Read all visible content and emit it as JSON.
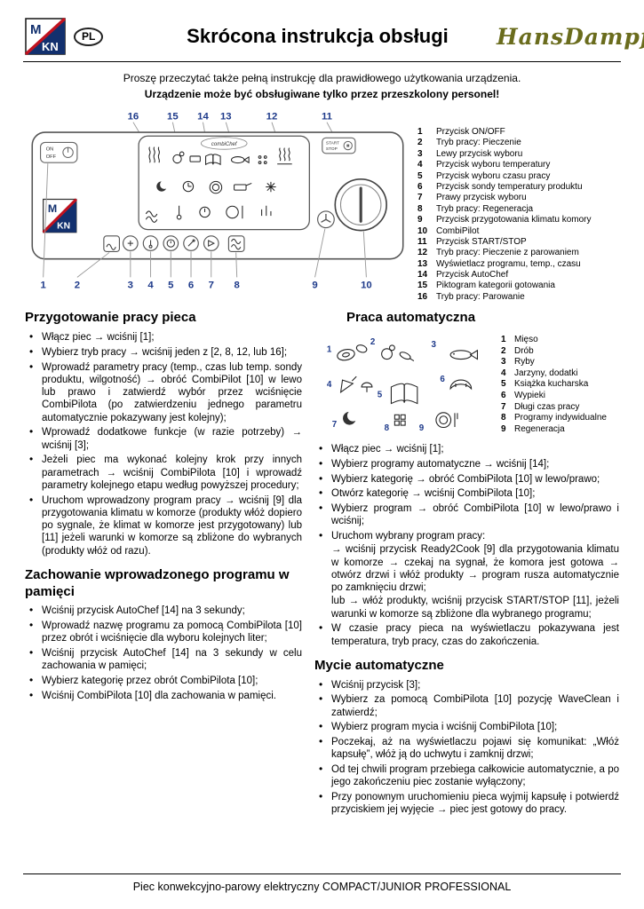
{
  "header": {
    "lang_badge": "PL",
    "title": "Skrócona instrukcja obsługi",
    "brand": "HansDampf"
  },
  "logos": {
    "mkn_m": "M",
    "mkn_kn": "KN"
  },
  "intro": {
    "line1": "Proszę przeczytać także pełną instrukcję dla prawidłowego użytkowania urządzenia.",
    "line2": "Urządzenie może być obsługiwane tylko przez przeszkolony personel!"
  },
  "panel": {
    "top_callouts": [
      "16",
      "15",
      "14",
      "13",
      "12",
      "11"
    ],
    "bottom_callouts": [
      "1",
      "2",
      "3",
      "4",
      "5",
      "6",
      "7",
      "8",
      "9",
      "10"
    ],
    "on_label": "ON",
    "off_label": "OFF",
    "start_label": "START",
    "stop_label": "STOP",
    "display_label": "combiChef",
    "legend": [
      {
        "num": "1",
        "label": "Przycisk ON/OFF"
      },
      {
        "num": "2",
        "label": "Tryb pracy: Pieczenie"
      },
      {
        "num": "3",
        "label": "Lewy przycisk wyboru"
      },
      {
        "num": "4",
        "label": "Przycisk wyboru temperatury"
      },
      {
        "num": "5",
        "label": "Przycisk wyboru czasu pracy"
      },
      {
        "num": "6",
        "label": "Przycisk sondy temperatury produktu"
      },
      {
        "num": "7",
        "label": "Prawy przycisk wyboru"
      },
      {
        "num": "8",
        "label": "Tryb pracy: Regeneracja"
      },
      {
        "num": "9",
        "label": "Przycisk przygotowania klimatu komory"
      },
      {
        "num": "10",
        "label": "CombiPilot"
      },
      {
        "num": "11",
        "label": "Przycisk START/STOP"
      },
      {
        "num": "12",
        "label": "Tryb pracy: Pieczenie z parowaniem"
      },
      {
        "num": "13",
        "label": "Wyświetlacz programu, temp., czasu"
      },
      {
        "num": "14",
        "label": "Przycisk AutoChef"
      },
      {
        "num": "15",
        "label": "Piktogram kategorii gotowania"
      },
      {
        "num": "16",
        "label": "Tryb pracy: Parowanie"
      }
    ]
  },
  "sections": {
    "prep": {
      "title": "Przygotowanie pracy pieca",
      "bullets": [
        "Włącz piec → wciśnij [1];",
        "Wybierz tryb pracy → wciśnij jeden z [2, 8, 12, lub 16];",
        "Wprowadź parametry pracy (temp., czas lub temp. sondy produktu, wilgotność) → obróć CombiPilot [10] w lewo lub prawo i zatwierdź wybór przez wciśnięcie CombiPilota (po zatwierdzeniu jednego parametru automatycznie pokazywany jest kolejny);",
        "Wprowadź dodatkowe funkcje (w razie potrzeby) → wciśnij [3];",
        "Jeżeli piec ma wykonać kolejny krok przy innych parametrach → wciśnij CombiPilota [10] i wprowadź parametry kolejnego etapu według powyższej procedury;",
        "Uruchom wprowadzony program pracy → wciśnij [9] dla przygotowania klimatu w komorze (produkty włóż dopiero po sygnale, że klimat w komorze jest przygotowany) lub [11] jeżeli warunki w komorze są zbliżone do wybranych (produkty włóż od razu)."
      ]
    },
    "save": {
      "title": "Zachowanie wprowadzonego programu w pamięci",
      "bullets": [
        "Wciśnij przycisk AutoChef [14] na 3 sekundy;",
        "Wprowadź nazwę programu za pomocą CombiPilota [10] przez obrót i wciśnięcie dla wyboru kolejnych liter;",
        "Wciśnij przycisk AutoChef [14] na 3 sekundy w celu zachowania w pamięci;",
        "Wybierz kategorię przez obrót CombiPilota [10];",
        "Wciśnij CombiPilota [10] dla zachowania w pamięci."
      ]
    },
    "auto": {
      "title": "Praca automatyczna",
      "food_numbers": [
        "1",
        "2",
        "3",
        "4",
        "5",
        "6",
        "7",
        "8",
        "9"
      ],
      "legend": [
        {
          "num": "1",
          "label": "Mięso"
        },
        {
          "num": "2",
          "label": "Drób"
        },
        {
          "num": "3",
          "label": "Ryby"
        },
        {
          "num": "4",
          "label": "Jarzyny, dodatki"
        },
        {
          "num": "5",
          "label": "Książka kucharska"
        },
        {
          "num": "6",
          "label": "Wypieki"
        },
        {
          "num": "7",
          "label": "Długi czas pracy"
        },
        {
          "num": "8",
          "label": "Programy indywidualne"
        },
        {
          "num": "9",
          "label": "Regeneracja"
        }
      ],
      "bullets": [
        "Włącz piec → wciśnij [1];",
        "Wybierz programy automatyczne → wciśnij [14];",
        "Wybierz kategorię → obróć CombiPilota [10] w lewo/prawo;",
        "Otwórz kategorię → wciśnij CombiPilota [10];",
        "Wybierz program → obróć CombiPilota [10] w lewo/prawo i wciśnij;",
        {
          "text": "Uruchom wybrany program pracy:",
          "sub": [
            "→ wciśnij przycisk Ready2Cook [9] dla przygotowania klimatu w komorze → czekaj na sygnał, że komora jest gotowa → otwórz drzwi i włóż produkty → program rusza automatycznie po zamknięciu drzwi;",
            "lub → włóż produkty, wciśnij przycisk START/STOP [11], jeżeli warunki w komorze są zbliżone dla wybranego programu;"
          ]
        },
        "W czasie pracy pieca na wyświetlaczu pokazywana jest temperatura, tryb pracy, czas do zakończenia."
      ]
    },
    "clean": {
      "title": "Mycie automatyczne",
      "bullets": [
        "Wciśnij przycisk [3];",
        "Wybierz za pomocą CombiPilota [10] pozycję WaveClean i zatwierdź;",
        "Wybierz program mycia i wciśnij CombiPilota [10];",
        "Poczekaj, aż na wyświetlaczu pojawi się komunikat: „Włóż kapsułę”, włóż ją do uchwytu i zamknij drzwi;",
        "Od tej chwili program przebiega całkowicie automatycznie, a po jego zakończeniu piec zostanie wyłączony;",
        "Przy ponownym uruchomieniu pieca wyjmij kapsułę i potwierdź przyciskiem jej wyjęcie → piec jest gotowy do pracy."
      ]
    }
  },
  "footer": {
    "text": "Piec konwekcyjno-parowy elektryczny COMPACT/JUNIOR PROFESSIONAL"
  }
}
